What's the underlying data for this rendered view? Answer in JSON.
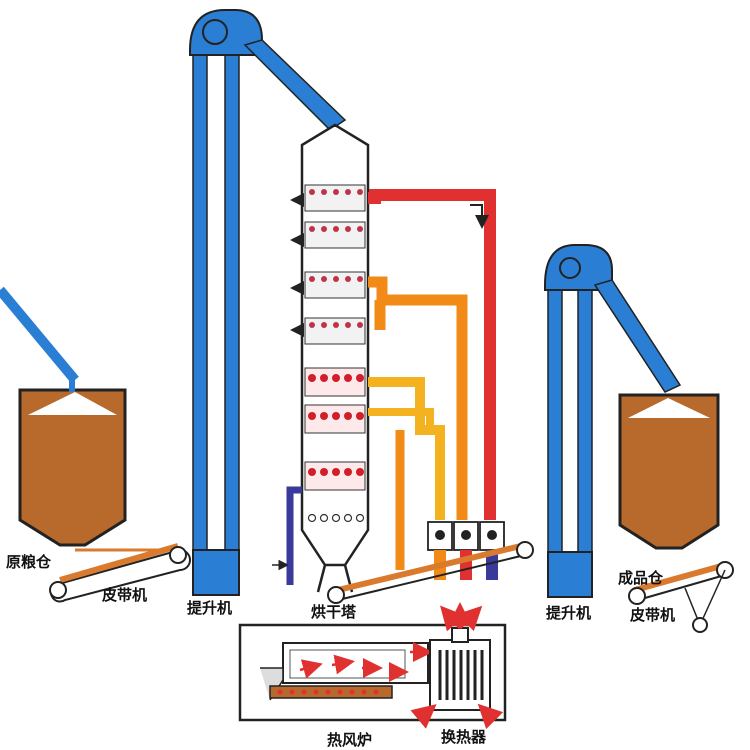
{
  "labels": {
    "raw_bin": "原粮仓",
    "belt_left": "皮带机",
    "elevator_left": "提升机",
    "dryer_tower": "烘干塔",
    "elevator_right": "提升机",
    "product_bin": "成品仓",
    "belt_right": "皮带机",
    "hot_air_furnace": "热风炉",
    "heat_exchanger": "换热器"
  },
  "colors": {
    "elevator_blue": "#2a7fd4",
    "hot_red": "#e03030",
    "warm_orange": "#f28a18",
    "mid_yellow": "#f5b220",
    "cool_purple": "#3a3a9a",
    "grain_brown": "#b8692c",
    "belt_orange": "#d97a2e",
    "outline": "#222222"
  }
}
